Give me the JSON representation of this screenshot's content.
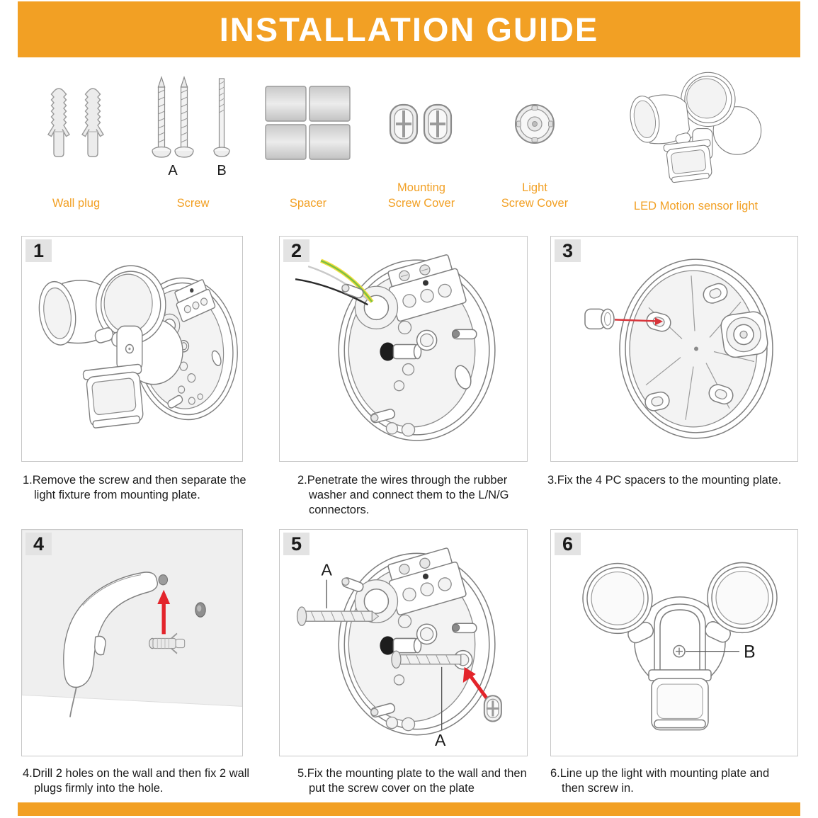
{
  "header": {
    "title": "INSTALLATION GUIDE"
  },
  "colors": {
    "accent_orange": "#F2A024",
    "arrow_red": "#E3242B",
    "wire_black": "#2B2B2B",
    "wire_white": "#C9C9C9",
    "wire_green": "#7CBF42",
    "wire_yellow": "#F2DE3F"
  },
  "parts": [
    {
      "label": "Wall plug"
    },
    {
      "label": "Screw",
      "label_a": "A",
      "label_b": "B"
    },
    {
      "label": "Spacer"
    },
    {
      "label": "Mounting\nScrew Cover"
    },
    {
      "label": "Light\nScrew Cover"
    },
    {
      "label": "LED Motion sensor light"
    }
  ],
  "steps": [
    {
      "number": "1",
      "caption": "1.Remove the screw and then separate the light fixture from mounting plate."
    },
    {
      "number": "2",
      "caption": "2.Penetrate the wires through the rubber washer and connect them to the L/N/G connectors."
    },
    {
      "number": "3",
      "caption": "3.Fix the 4 PC spacers to the mounting plate."
    },
    {
      "number": "4",
      "caption": "4.Drill 2 holes on the wall and then fix 2 wall plugs firmly into the hole."
    },
    {
      "number": "5",
      "caption": "5.Fix the mounting plate to the wall and then put the screw cover on the plate",
      "label_screw_top": "A",
      "label_screw_bottom": "A"
    },
    {
      "number": "6",
      "caption": "6.Line up the light with mounting plate and then screw in.",
      "label_screw": "B"
    }
  ]
}
